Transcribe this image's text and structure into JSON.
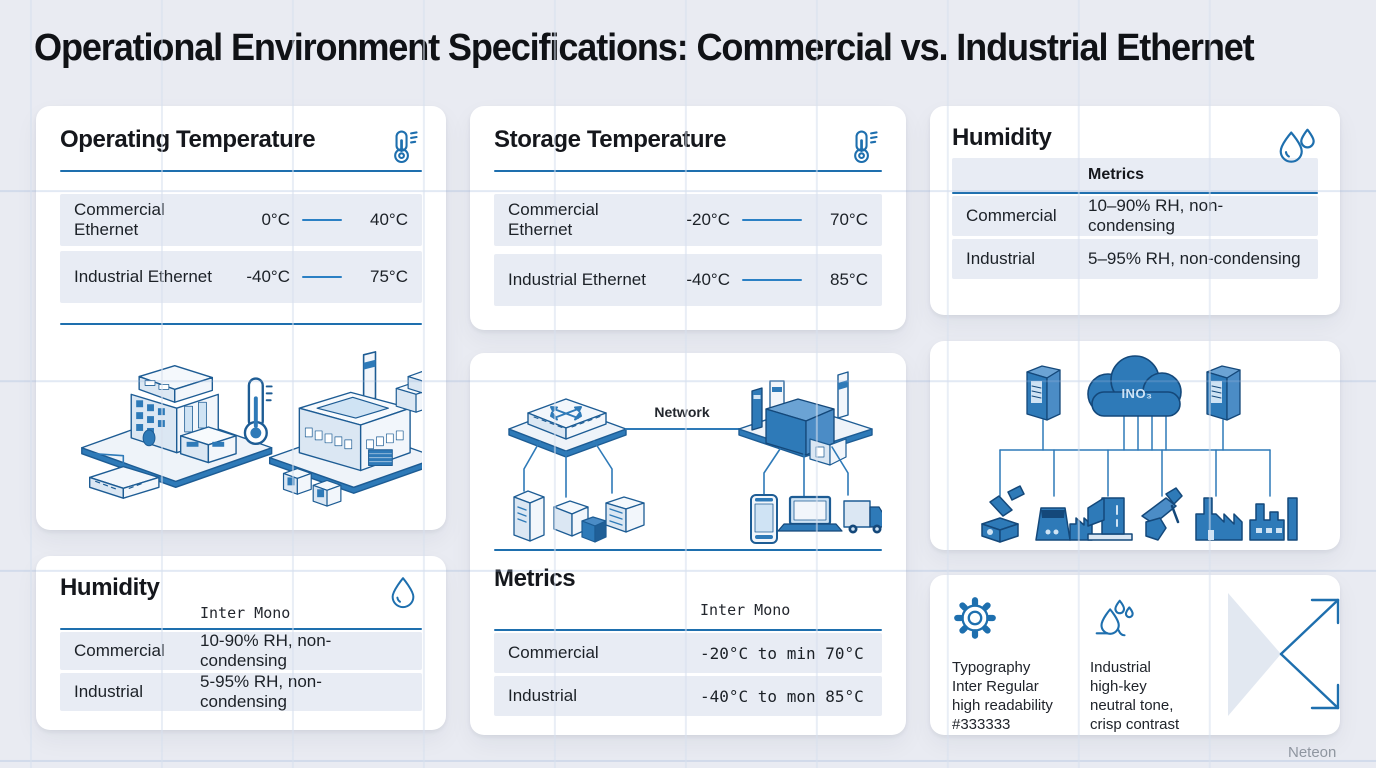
{
  "page": {
    "title": "Operational Environment Specifications: Commercial vs. Industrial Ethernet",
    "watermark": "Neteon",
    "colors": {
      "background": "#e9ebf2",
      "panel": "#ffffff",
      "accent_blue": "#1e6fae",
      "row_background": "#e8ecf4",
      "heading_text": "#101216",
      "body_text": "#1c2127",
      "illustration_blue": "#2e7ab8",
      "illustration_dark": "#14487a",
      "watermark_text": "#8f96a0"
    },
    "icons": {
      "operating_temperature": "thermometer-icon",
      "storage_temperature": "thermometer-icon",
      "humidity_top": "water-drops-icon",
      "humidity_bottom": "droplet-icon",
      "notes": [
        "gear-icon",
        "humidity-icon"
      ],
      "expand": "expand-arrows-icon"
    }
  },
  "operating_temp": {
    "title": "Operating Temperature",
    "rows": [
      {
        "label": "Commercial Ethernet",
        "min": "0°C",
        "max": "40°C"
      },
      {
        "label": "Industrial Ethernet",
        "min": "-40°C",
        "max": "75°C"
      }
    ]
  },
  "storage_temp": {
    "title": "Storage Temperature",
    "rows": [
      {
        "label": "Commercial Ethernet",
        "min": "-20°C",
        "max": "70°C"
      },
      {
        "label": "Industrial Ethernet",
        "min": "-40°C",
        "max": "85°C"
      }
    ]
  },
  "humidity_top": {
    "title": "Humidity",
    "col_header": "Metrics",
    "rows": [
      {
        "label": "Commercial",
        "value": "10–90% RH, non-condensing"
      },
      {
        "label": "Industrial",
        "value": "5–95% RH, non-condensing"
      }
    ]
  },
  "humidity_bottom": {
    "title": "Humidity",
    "col_header": "Inter Mono",
    "rows": [
      {
        "label": "Commercial",
        "value": "10-90% RH, non-condensing"
      },
      {
        "label": "Industrial",
        "value": "5-95% RH, non-condensing"
      }
    ]
  },
  "network_panel": {
    "link_label": "Network",
    "metrics_title": "Metrics",
    "col_header": "Inter Mono",
    "rows": [
      {
        "label": "Commercial",
        "value": "-20°C to min 70°C"
      },
      {
        "label": "Industrial",
        "value": "-40°C to mon 85°C"
      }
    ]
  },
  "cloud_panel": {
    "cloud_label": "INO₃"
  },
  "notes_panel": {
    "items": [
      {
        "icon": "gear-icon",
        "text": "Typography\nInter Regular\nhigh readability\n#333333"
      },
      {
        "icon": "humidity-icon",
        "text": "Industrial\nhigh-key\nneutral tone,\ncrisp contrast"
      }
    ]
  }
}
